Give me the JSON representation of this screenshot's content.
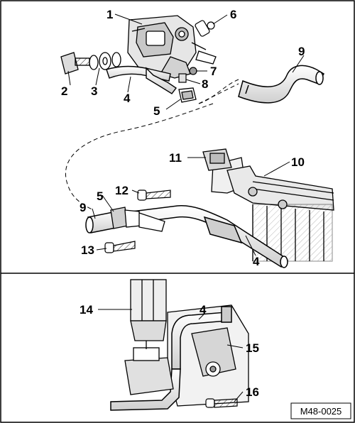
{
  "figure_ref": "M48-0025",
  "callouts": [
    "1",
    "2",
    "3",
    "4",
    "5",
    "6",
    "7",
    "8",
    "9",
    "9",
    "10",
    "11",
    "12",
    "5",
    "13",
    "4",
    "14",
    "4",
    "15",
    "16"
  ]
}
